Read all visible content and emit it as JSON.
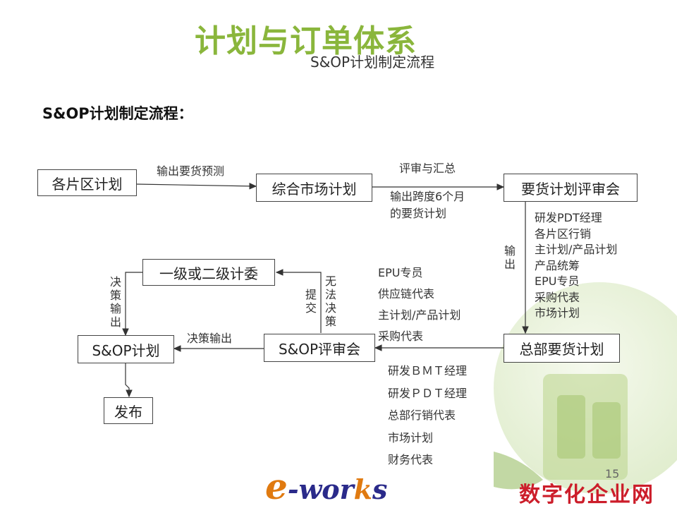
{
  "title": "计划与订单体系",
  "subtitle": "S&OP计划制定流程",
  "heading": "S&OP计划制定流程：",
  "nodes": {
    "regional_plan": "各片区计划",
    "integrated_market_plan": "综合市场计划",
    "demand_review_meeting": "要货计划评审会",
    "hq_demand_plan": "总部要货计划",
    "sop_review_meeting": "S&OP评审会",
    "committee": "一级或二级计委",
    "sop_plan": "S&OP计划",
    "publish": "发布"
  },
  "edge_labels": {
    "output_forecast": "输出要货预测",
    "review_summary": "评审与汇总",
    "output_span_line1": "输出跨度6个月",
    "output_span_line2": "的要货计划",
    "output_vertical": "输出",
    "decision_output": "决策输出",
    "decision_output_vertical": "决策输出",
    "submit": "提交",
    "cannot_decide": "无法决策"
  },
  "demand_review_participants": [
    "研发PDT经理",
    "各片区行销",
    "主计划/产品计划",
    "产品统筹",
    "EPU专员",
    "采购代表",
    "市场计划"
  ],
  "hq_to_sop_participants": [
    "EPU专员",
    "供应链代表",
    "主计划/产品计划",
    "采购代表"
  ],
  "sop_review_participants": [
    "研发ＢＭＴ经理",
    "研发ＰＤＴ经理",
    "总部行销代表",
    "市场计划",
    "财务代表"
  ],
  "page_number": "15",
  "logo_text": {
    "e": "e",
    "mid": "-wor",
    "k": "k",
    "s": "s"
  },
  "site_name": "数字化企业网",
  "colors": {
    "title": "#8ab63c",
    "site": "#cc1d2a",
    "logo_orange": "#e07a10",
    "logo_blue": "#2a2a8a"
  }
}
